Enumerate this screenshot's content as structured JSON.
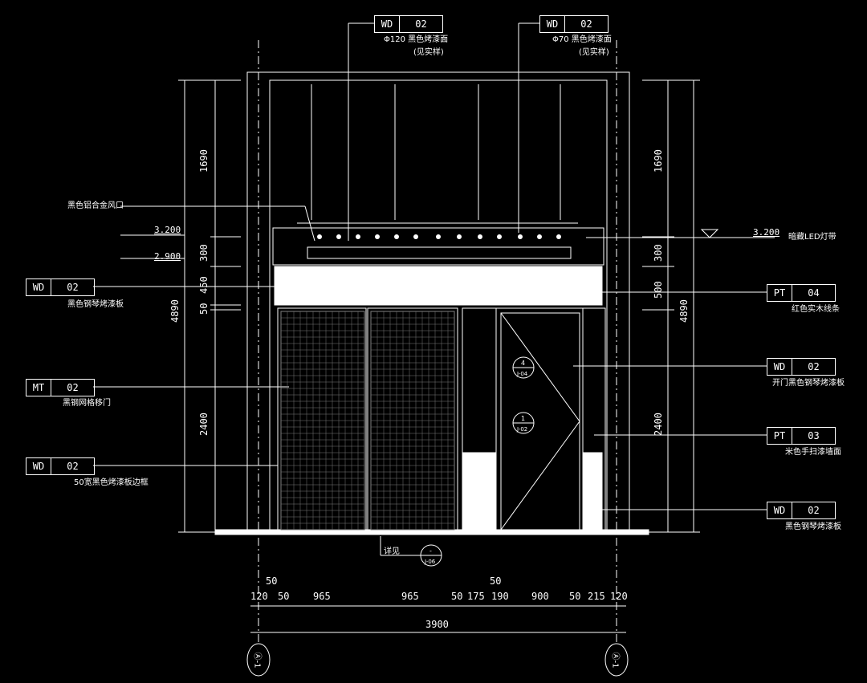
{
  "tags": {
    "top_left": {
      "code": "WD",
      "num": "02",
      "note1": "Φ120 黑色烤漆面",
      "note2": "(见实样)"
    },
    "top_right": {
      "code": "WD",
      "num": "02",
      "note1": "Φ70 黑色烤漆面",
      "note2": "(见实样)"
    },
    "left_1": {
      "code": "WD",
      "num": "02",
      "note": "黑色钢琴烤漆板"
    },
    "left_2": {
      "code": "MT",
      "num": "02",
      "note": "黑钢网格移门"
    },
    "left_3": {
      "code": "WD",
      "num": "02",
      "note": "50宽黑色烤漆板边框"
    },
    "right_1": {
      "code": "PT",
      "num": "04",
      "note": "红色实木线条"
    },
    "right_2": {
      "code": "WD",
      "num": "02",
      "note": "开门黑色钢琴烤漆板"
    },
    "right_3": {
      "code": "PT",
      "num": "03",
      "note": "米色手扫漆墙面"
    },
    "right_4": {
      "code": "WD",
      "num": "02",
      "note": "黑色钢琴烤漆板"
    }
  },
  "notes": {
    "vent": "黑色铝合金风口",
    "led": "暗藏LED灯带",
    "detail": "详见"
  },
  "levels": {
    "left_1": "3.200",
    "left_2": "2.900",
    "right_1": "3.200"
  },
  "symbols": {
    "s1_top": "4",
    "s1_bot": "J-04",
    "s2_top": "1",
    "s2_bot": "J-02",
    "s3_top": "-",
    "s3_bot": "J-06"
  },
  "vertical_dims": {
    "left": [
      "1690",
      "300",
      "450",
      "50",
      "2400"
    ],
    "left_total": "4890",
    "right": [
      "1690",
      "300",
      "500",
      "2400"
    ],
    "right_total": "4890"
  },
  "horizontal_dims": {
    "row1": [
      "120",
      "50",
      "965",
      "965",
      "50",
      "175",
      "190",
      "900",
      "50",
      "215",
      "120"
    ],
    "extra_50_left": "50",
    "extra_50_mid": "50",
    "total": "3900"
  },
  "axis_labels": {
    "left": "Ⓐ-1",
    "right": "Ⓐ-1"
  }
}
